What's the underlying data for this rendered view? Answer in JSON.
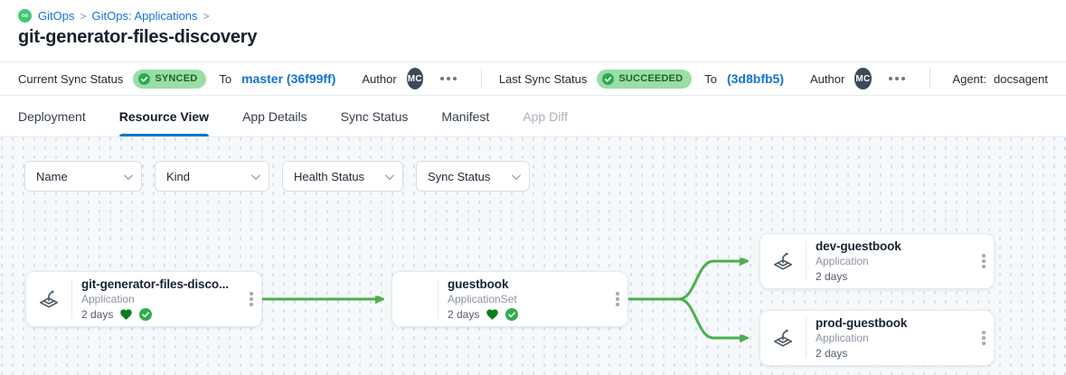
{
  "breadcrumb": {
    "separator": ">",
    "logo_symbol": "∞",
    "items": [
      {
        "label": "GitOps"
      },
      {
        "label": "GitOps: Applications"
      }
    ]
  },
  "page_title": "git-generator-files-discovery",
  "status_bar": {
    "current_sync": {
      "label": "Current Sync Status",
      "status": "SYNCED",
      "to_label": "To",
      "revision": "master (36f99ff)",
      "author_label": "Author",
      "author_initials": "MC"
    },
    "last_sync": {
      "label": "Last Sync Status",
      "status": "SUCCEEDED",
      "to_label": "To",
      "revision": "(3d8bfb5)",
      "author_label": "Author",
      "author_initials": "MC"
    },
    "agent": {
      "label": "Agent:",
      "value": "docsagent"
    }
  },
  "tabs": [
    {
      "label": "Deployment",
      "state": "normal"
    },
    {
      "label": "Resource View",
      "state": "active"
    },
    {
      "label": "App Details",
      "state": "normal"
    },
    {
      "label": "Sync Status",
      "state": "normal"
    },
    {
      "label": "Manifest",
      "state": "normal"
    },
    {
      "label": "App Diff",
      "state": "disabled"
    }
  ],
  "filters": [
    {
      "label": "Name"
    },
    {
      "label": "Kind"
    },
    {
      "label": "Health Status"
    },
    {
      "label": "Sync Status"
    }
  ],
  "graph": {
    "nodes": [
      {
        "title": "git-generator-files-disco...",
        "kind": "Application",
        "age": "2 days",
        "healthy": true,
        "synced": true,
        "icon": "argo-application-icon"
      },
      {
        "title": "guestbook",
        "kind": "ApplicationSet",
        "age": "2 days",
        "healthy": true,
        "synced": true,
        "icon": "none"
      },
      {
        "title": "dev-guestbook",
        "kind": "Application",
        "age": "2 days",
        "healthy": false,
        "synced": false,
        "icon": "argo-application-icon"
      },
      {
        "title": "prod-guestbook",
        "kind": "Application",
        "age": "2 days",
        "healthy": false,
        "synced": false,
        "icon": "argo-application-icon"
      }
    ],
    "edges": [
      {
        "from": "git-generator-files-disco...",
        "to": "guestbook"
      },
      {
        "from": "guestbook",
        "to": "dev-guestbook"
      },
      {
        "from": "guestbook",
        "to": "prod-guestbook"
      }
    ]
  },
  "colors": {
    "accent_blue": "#1372d3",
    "edge_green": "#4caf50",
    "pill_bg": "#99dea4",
    "pill_text": "#20612f",
    "pill_check": "#2fa852",
    "heart_green": "#0e7d19",
    "check_green": "#33ad4e",
    "avatar_bg": "#3e4957",
    "graph_bg": "#f6f9fc"
  }
}
